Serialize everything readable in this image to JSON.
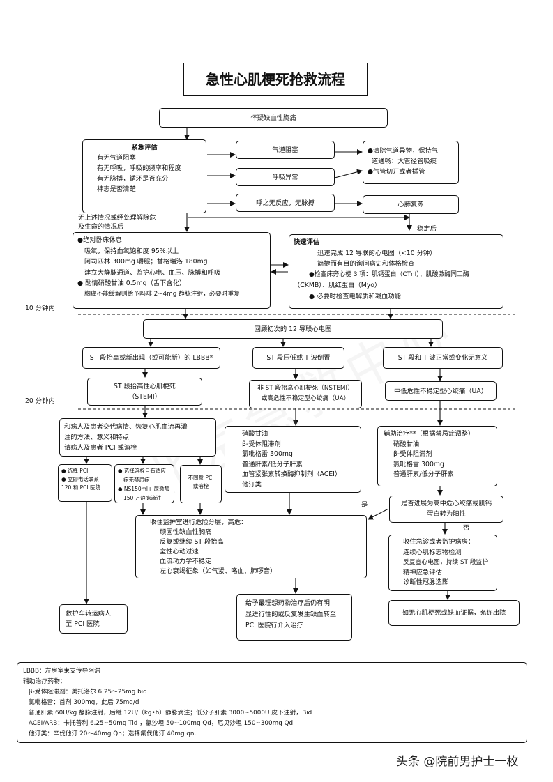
{
  "title": "急性心肌梗死抢救流程",
  "nodes": {
    "suspect": "怀疑缺血性胸痛",
    "urgent_title": "紧急评估",
    "urgent_lines": [
      "有无气道阻塞",
      "有无呼吸，呼吸的频率和程度",
      "有无脉搏，循环是否充分",
      "神志是否清楚"
    ],
    "airway": "气道阻塞",
    "breathing": "呼吸异常",
    "pulseless": "呼之无反应，无脉搏",
    "clear_lines": [
      "●清除气道异物，保持气",
      "道通畅：大管径管吸痰",
      "●气管切开或者插管"
    ],
    "cpr": "心肺复苏",
    "no_danger_lines": [
      "无上述情况或经处理解除危",
      "及生命的情况后"
    ],
    "stable": "稳定后",
    "bedrest_lines": [
      "●绝对卧床休息",
      "吸氧，保持血氧饱和度 95%以上",
      "阿司匹林 300mg 嚼服；替格瑞洛 180mg",
      "建立大静脉通道、监护心电、血压、脉搏和呼吸",
      "● 酌情硝酸甘油 0.5mg（舌下含化）",
      "胸痛不能缓解则给予吗啡 2~4mg 静脉注射，必要时重复"
    ],
    "quick_title": "快速评估",
    "quick_lines": [
      "迅速完成 12 导联的心电图（<10 分钟）",
      "简捷而有目的询问病史和体格检查",
      "●检查床旁心梗 3 项：肌钙蛋白（CTnI）、肌酸激酶同工酶",
      "（CKMB）、肌红蛋白（Myo）",
      "● 必要时检查电解质和凝血功能"
    ],
    "time10": "10 分钟内",
    "review_ecg": "回顾初次的 12 导联心电图",
    "st_elev": "ST 段抬高或新出现（或可能新）的 LBBB*",
    "st_dep": "ST 段压低或 T 波倒置",
    "st_norm": "ST 段和 T 波正常或变化无意义",
    "stemi_lines": [
      "ST 段抬高性心肌梗死",
      "（STEMI）"
    ],
    "nstemi_lines": [
      "非 ST 段抬高心肌梗死（NSTEMI）",
      "或高危性不稳定型心绞痛（UA）"
    ],
    "ua": "中低危性不稳定型心绞痛（UA）",
    "time20": "20 分钟内",
    "explain_lines": [
      "和病人及患者交代病情、恢复心肌血流再灌",
      "注的方法、意义和特点",
      "请病人及患者 PCI 或溶栓"
    ],
    "pci_lines": [
      "● 选择 PCI",
      "● 立即电话联系",
      "120 和 PCI 医院"
    ],
    "lysis_lines": [
      "● 选择溶栓且有适应",
      "症无禁忌症",
      "● NS150ml+ 尿激酶",
      "150 万静脉滴注"
    ],
    "refuse_lines": [
      "不同意 PCI",
      "或溶栓"
    ],
    "meds_lines": [
      "硝酸甘油",
      "β-受体阻滞剂",
      "氯吡格雷 300mg",
      "普通肝素/低分子肝素",
      "血管紧张素转换酶抑制剂（ACEI）",
      "他汀类"
    ],
    "adjunct_lines": [
      "辅助治疗**（根据禁忌症调整）",
      "硝酸甘油",
      "β-受体阻滞剂",
      "氯吡格雷 300mg",
      "普通肝素/低分子肝素"
    ],
    "progress_lines": [
      "是否进展为高中危心绞痛或肌钙",
      "蛋白转为阳性"
    ],
    "yes": "是",
    "no": "否",
    "monitor_lines": [
      "收住监护室进行危险分层，高危：",
      "顽固性缺血性胸痛",
      "反复或继续 ST 段抬高",
      "室性心动过速",
      "血流动力学不稳定",
      "左心衰竭征象（如气紧、咯血、肺啰音）"
    ],
    "emergency_lines": [
      "收住急诊或者监护病房：",
      "连续心肌标志物检测",
      "反复查心电图，持续 ST 段监护",
      "精神应急评估",
      "诊断性冠脉造影"
    ],
    "ambulance_lines": [
      "救护车转运病人",
      "至 PCI 医院"
    ],
    "optimal_lines": [
      "给予最理想药物治疗后仍有明",
      "显进行性的或反复发生缺血转至",
      "PCI 医院行介入治疗"
    ],
    "discharge": "如无心肌梗死或缺血证据，允许出院"
  },
  "footnote_lines": [
    "LBBB：左房室束支传导阻滞",
    "辅助治疗药物：",
    "β-受体阻滞剂：美托洛尔 6.25～25mg bid",
    "氯吡格雷：首剂 300mg，此后 75mg/d",
    "普通肝素 60U/kg 静脉注射，后继 12U/（kg•h）静脉滴注；低分子肝素 3000~5000U 皮下注射，Bid",
    "ACEI/ARB：卡托普利 6.25~50mg Tid ，氯沙坦 50~100mg Qd，厄贝沙坦 150~300mg Qd",
    "他汀类：辛伐他汀 20～40mg Qn；选择氟伐他汀 40mg qn."
  ],
  "watermark_text": "头条 @院前男护士一枚"
}
